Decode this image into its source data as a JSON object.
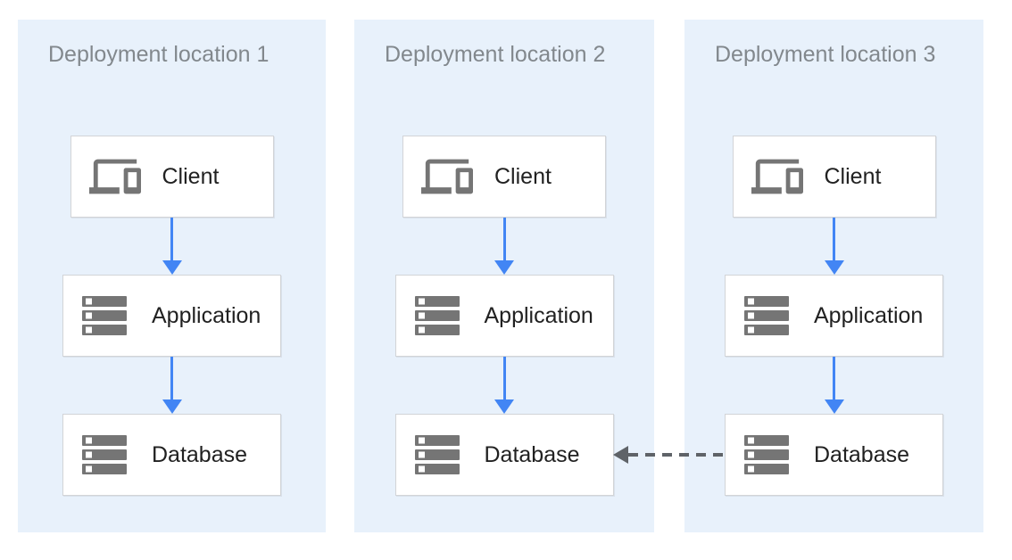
{
  "colors": {
    "panel_bg": "#e8f1fb",
    "arrow_blue": "#4285f4",
    "dashed_gray": "#5f6368",
    "icon_gray": "#757575",
    "box_border": "#d2d4d7",
    "title_gray": "#82888d",
    "label_dark": "#212121",
    "page_bg": "#ffffff"
  },
  "panels": [
    {
      "title": "Deployment location 1",
      "nodes": [
        {
          "id": "client",
          "label": "Client",
          "icon": "devices-icon"
        },
        {
          "id": "application",
          "label": "Application",
          "icon": "server-stack-icon"
        },
        {
          "id": "database",
          "label": "Database",
          "icon": "server-stack-icon"
        }
      ]
    },
    {
      "title": "Deployment location 2",
      "nodes": [
        {
          "id": "client",
          "label": "Client",
          "icon": "devices-icon"
        },
        {
          "id": "application",
          "label": "Application",
          "icon": "server-stack-icon"
        },
        {
          "id": "database",
          "label": "Database",
          "icon": "server-stack-icon"
        }
      ]
    },
    {
      "title": "Deployment location 3",
      "nodes": [
        {
          "id": "client",
          "label": "Client",
          "icon": "devices-icon"
        },
        {
          "id": "application",
          "label": "Application",
          "icon": "server-stack-icon"
        },
        {
          "id": "database",
          "label": "Database",
          "icon": "server-stack-icon"
        }
      ]
    }
  ],
  "edges": {
    "client_to_application": "solid-blue-down-arrow",
    "application_to_database": "solid-blue-down-arrow",
    "database3_to_database2": "dashed-gray-left-arrow"
  }
}
